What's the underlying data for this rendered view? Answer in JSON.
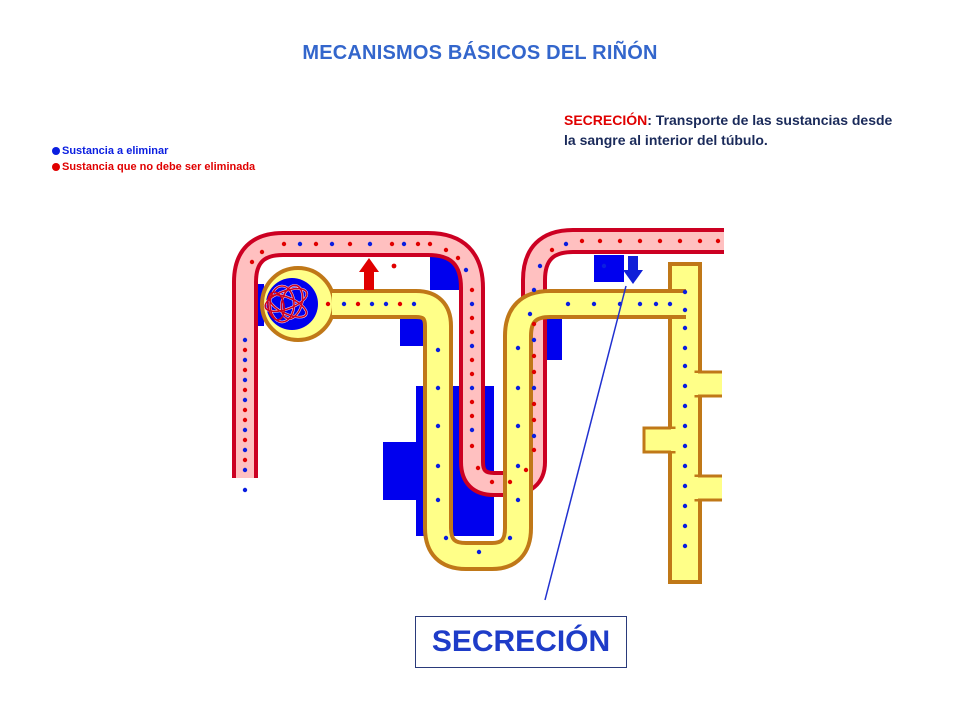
{
  "title": "MECANISMOS BÁSICOS DEL RIÑÓN",
  "description": {
    "term": "SECRECIÓN",
    "text": ": Transporte de las sustancias desde la sangre al interior del túbulo."
  },
  "legend": [
    {
      "label": "Sustancia a eliminar",
      "color": "#0a1ee0"
    },
    {
      "label": "Sustancia que no debe ser eliminada",
      "color": "#e00000"
    }
  ],
  "mechanism_label": "SECRECIÓN",
  "colors": {
    "vessel_border": "#cc0022",
    "vessel_fill": "#ffc0c0",
    "tubule_border": "#c07818",
    "tubule_fill": "#ffff88",
    "interstitium": "#0000ee",
    "blue_particle": "#0a1ee0",
    "red_particle": "#e00000",
    "pointer_line": "#2030d0"
  },
  "icons": {
    "reabsorption_arrow": "red-up-arrow-icon",
    "secretion_arrow": "blue-down-arrow-icon"
  }
}
